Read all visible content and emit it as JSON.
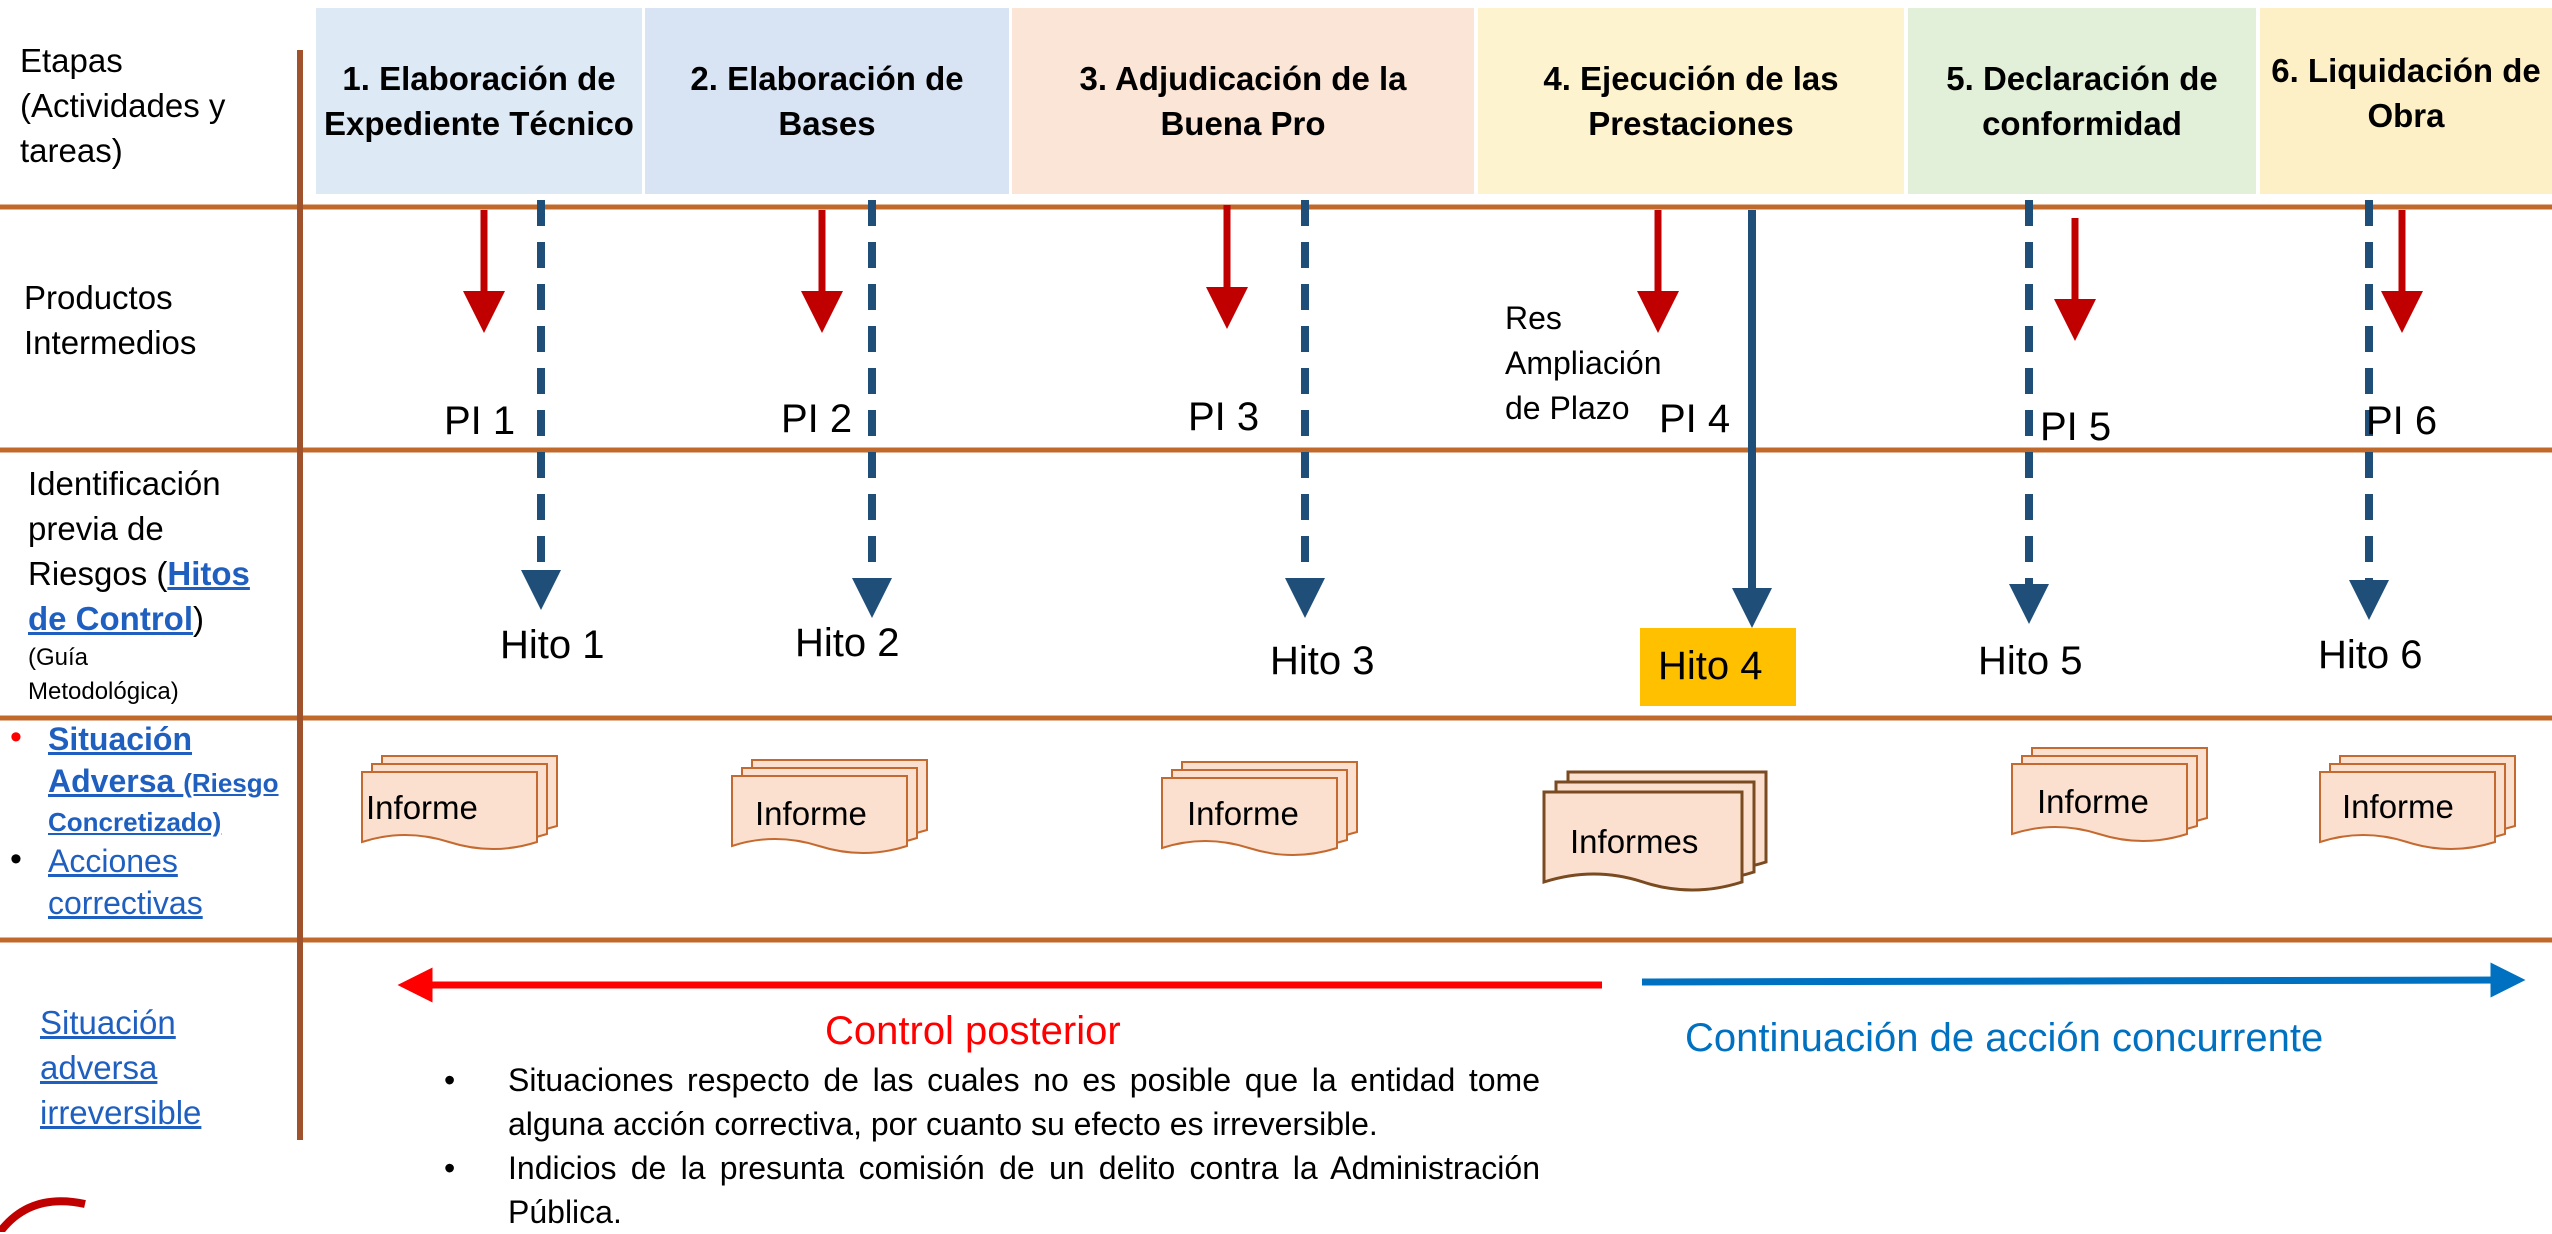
{
  "rows": {
    "etapas": [
      "Etapas",
      "(Actividades y",
      "tareas)"
    ],
    "productos": [
      "Productos",
      "Intermedios"
    ],
    "riesgos": {
      "l1": "Identificación",
      "l2": "previa de",
      "l3_pre": "Riesgos (",
      "l3_link": "Hitos",
      "l4_link": "de Control",
      "l4_post": ")",
      "l5": "(Guía",
      "l6": "Metodológica)"
    },
    "situacion": {
      "b1_l1": "Situación",
      "b1_l2_bold": "Adversa ",
      "b1_l2_small": "(Riesgo",
      "b1_l3": "Concretizado)",
      "b2_l1": "Acciones",
      "b2_l2": "correctivas"
    },
    "irreversible": [
      "Situación",
      "adversa",
      "irreversible"
    ]
  },
  "stages": [
    {
      "l1": "1. Elaboración de",
      "l2": "Expediente Técnico",
      "color": "#dde9f5"
    },
    {
      "l1": "2. Elaboración de",
      "l2": "Bases",
      "color": "#d8e3f3"
    },
    {
      "l1": "3. Adjudicación de la",
      "l2": "Buena Pro",
      "color": "#fae5d6"
    },
    {
      "l1": "4. Ejecución de las",
      "l2": "Prestaciones",
      "color": "#fef3cf"
    },
    {
      "l1": "5. Declaración de",
      "l2": "conformidad",
      "color": "#e2efd9"
    },
    {
      "l1": "6. Liquidación de",
      "l2": "Obra",
      "color": "#fdefc6"
    }
  ],
  "pi": [
    "PI 1",
    "PI 2",
    "PI 3",
    "PI 4",
    "PI 5",
    "PI 6"
  ],
  "res_note": [
    "Res",
    "Ampliación",
    "de Plazo"
  ],
  "hitos": [
    "Hito 1",
    "Hito 2",
    "Hito 3",
    "Hito 4",
    "Hito 5",
    "Hito 6"
  ],
  "hito4_highlight": "#ffc000",
  "informes": [
    "Informe",
    "Informe",
    "Informe",
    "Informes",
    "Informe",
    "Informe"
  ],
  "bottom": {
    "control_posterior": "Control posterior",
    "continuacion": "Continuación de acción concurrente",
    "bullets": [
      "Situaciones respecto de las cuales no es posible que la entidad tome alguna acción correctiva, por cuanto su efecto es irreversible.",
      "Indicios de la presunta comisión de un delito contra la Administración Pública."
    ]
  },
  "colors": {
    "grid": "#c0692a",
    "red_arrow": "#c00000",
    "blue_dashed": "#1f4e79",
    "control_red": "#ff0000",
    "concurrente_blue": "#0070c0",
    "doc_fill": "#fbe0cf"
  }
}
